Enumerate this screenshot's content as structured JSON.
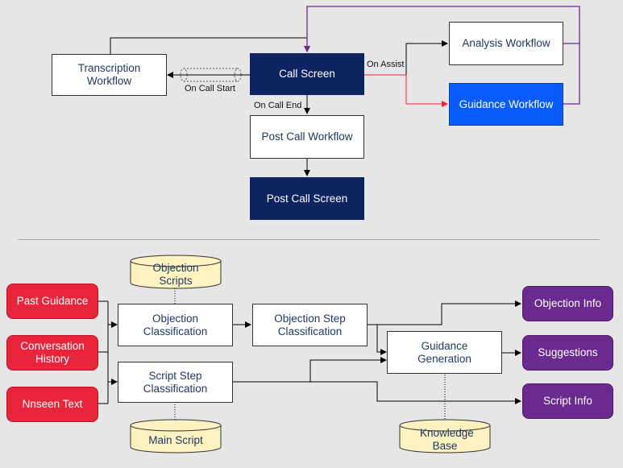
{
  "top": {
    "transcription": "Transcription Workflow",
    "call_screen": "Call Screen",
    "analysis": "Analysis Workflow",
    "guidance_workflow": "Guidance Workflow",
    "post_call_workflow": "Post Call Workflow",
    "post_call_screen": "Post Call Screen",
    "on_call_start": "On Call Start",
    "on_assist": "On Assist",
    "on_call_end": "On Call End"
  },
  "bottom": {
    "past_guidance": "Past Guidance",
    "conversation_history": "Conversation History",
    "nnseen_text": "Nnseen Text",
    "objection_scripts": "Objection Scripts",
    "objection_classification": "Objection Classification",
    "script_step_classification": "Script Step Classification",
    "main_script": "Main Script",
    "objection_step_classification": "Objection Step Classification",
    "guidance_generation": "Guidance Generation",
    "knowledge_base": "Knowledge Base",
    "objection_info": "Objection Info",
    "suggestions": "Suggestions",
    "script_info": "Script Info"
  },
  "colors": {
    "navy": "#0d2461",
    "blue": "#0a5cff",
    "red": "#e8253a",
    "purple": "#6a2a8f",
    "cylinder": "#fdf2c0"
  }
}
